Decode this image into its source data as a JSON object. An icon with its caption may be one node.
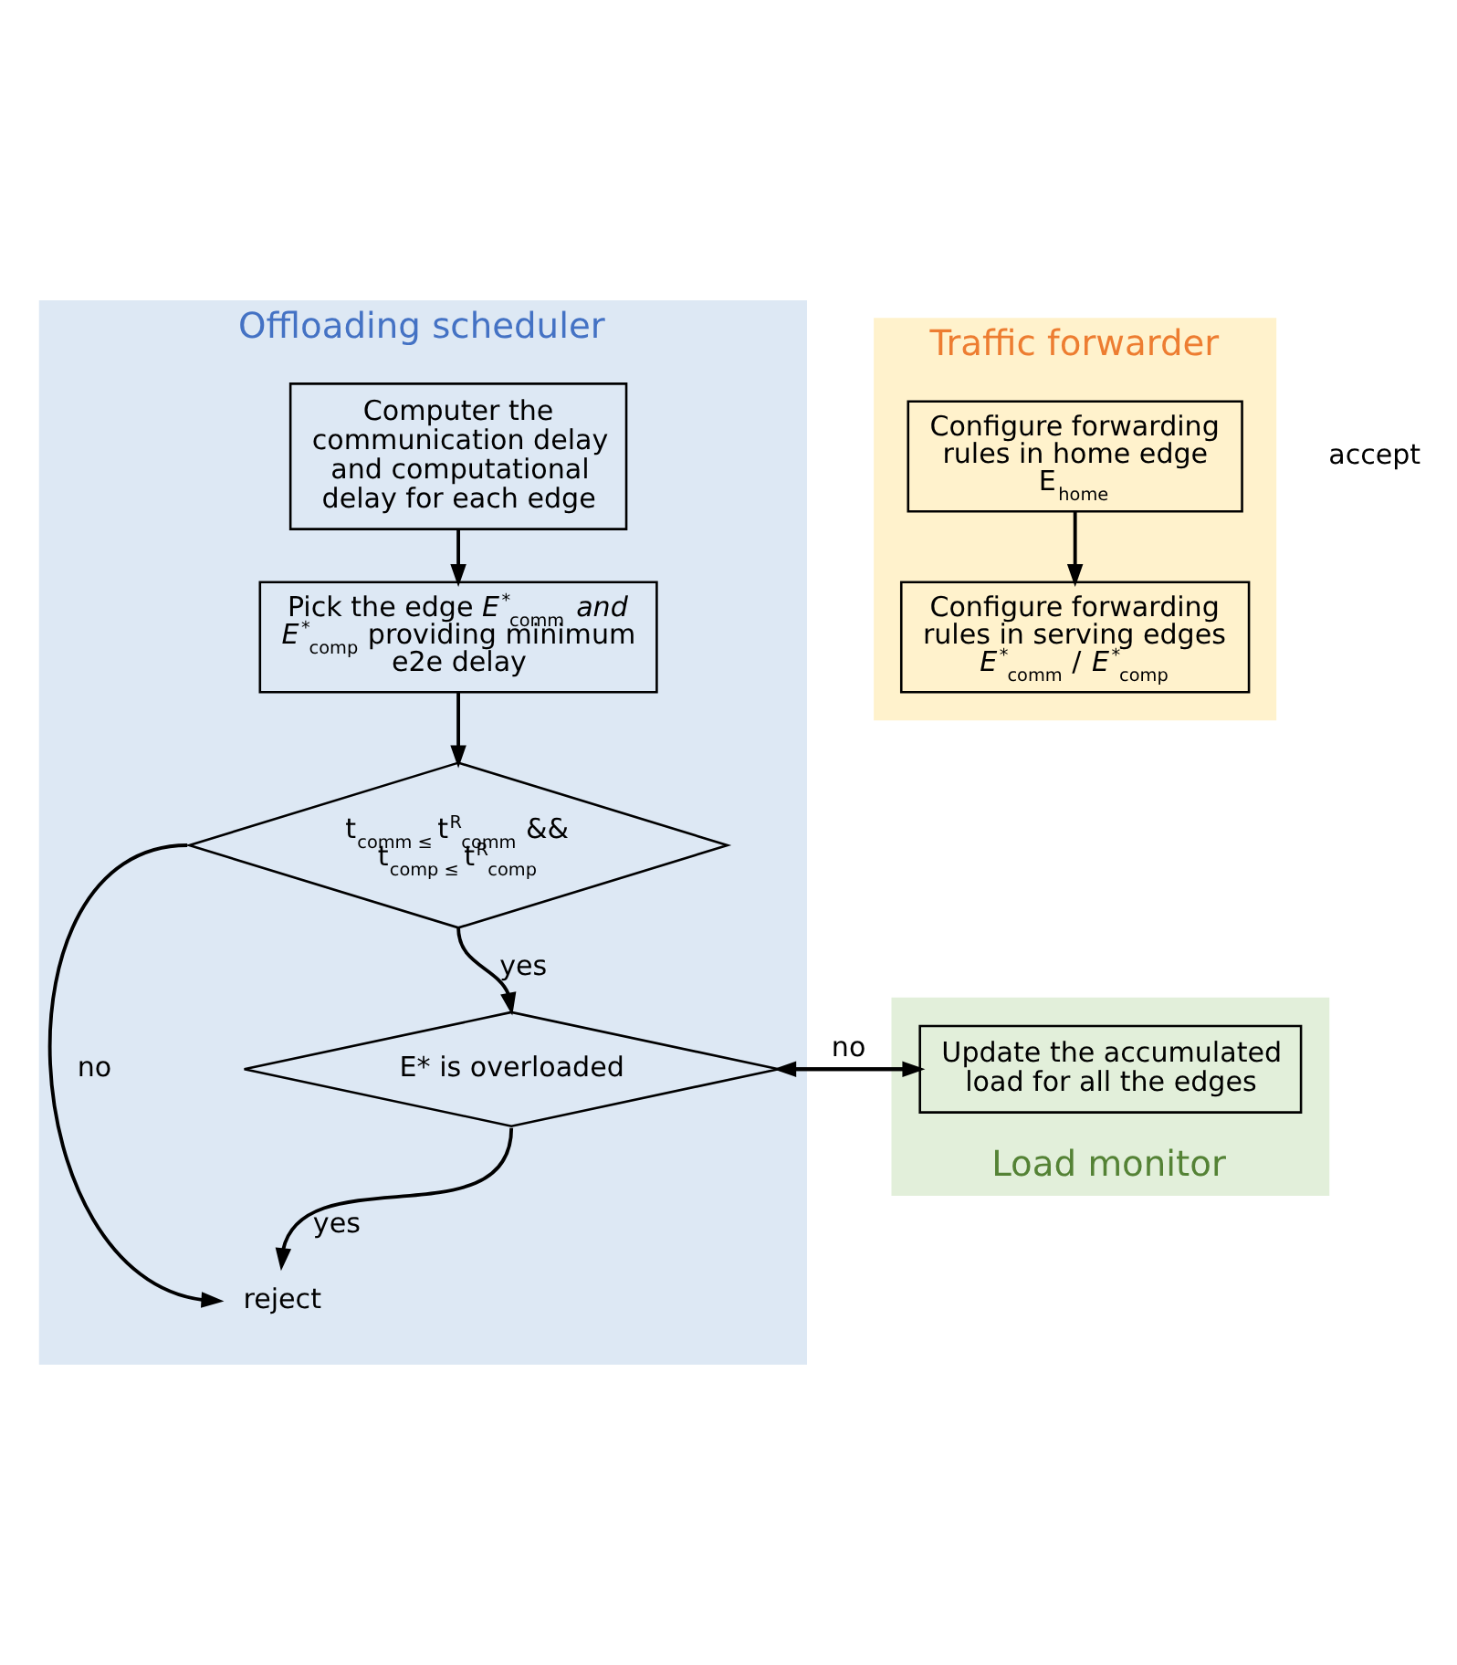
{
  "diagram": {
    "nodes": [
      {
        "text": [
          "Offloading scheduler"
        ]
      },
      {
        "text": [
          "Computer the communication delay and computational delay for each edge"
        ],
        "in": 0
      },
      {
        "text": [
          "Pick the edge *E*$^{*}$$_{comm}$ *and E*$^{*}$$_{comp}$ providing minimum e2e delay"
        ],
        "in": 0
      },
      {
        "text": [
          "t$_{comm ≤}$ t$^{R}$$_{comm}$ && t$_{comp ≤}$ t$^{R}$$_{comp}$"
        ],
        "in": 0
      },
      {
        "text": [
          "E* is overloaded"
        ],
        "in": 0
      },
      {
        "text": [
          "reject"
        ],
        "in": 0
      },
      {
        "text": [
          "Traffic forwarder"
        ]
      },
      {
        "text": [
          "Configure forwarding rules in home edge E$_{home}$"
        ],
        "in": 6
      },
      {
        "text": [
          "Configure forwarding rules in serving edges *E*$^{*}$$_{comm}$ / *E*$^{*}$$_{comp}$"
        ],
        "in": 6
      },
      {
        "text": [
          "Load monitor"
        ]
      },
      {
        "text": [
          "Update the accumulated load for all the edges"
        ],
        "in": 9
      }
    ],
    "edges": [
      {
        "from": 1,
        "to": 2,
        "arrow": "to"
      },
      {
        "from": 2,
        "to": 3,
        "arrow": "to"
      },
      {
        "from": 3,
        "to": 4,
        "label": "yes",
        "arrow": "to"
      },
      {
        "from": 3,
        "to": 5,
        "label": "no",
        "arrow": "to"
      },
      {
        "from": 4,
        "to": 5,
        "label": "yes",
        "arrow": "to"
      },
      {
        "from": 4,
        "to": 10,
        "label": "no",
        "arrow": "to"
      },
      {
        "from": 10,
        "to": 4,
        "arrow": "to"
      },
      {
        "from": 7,
        "to": 8,
        "arrow": "to"
      }
    ],
    "labels": [
      "accept"
    ]
  }
}
